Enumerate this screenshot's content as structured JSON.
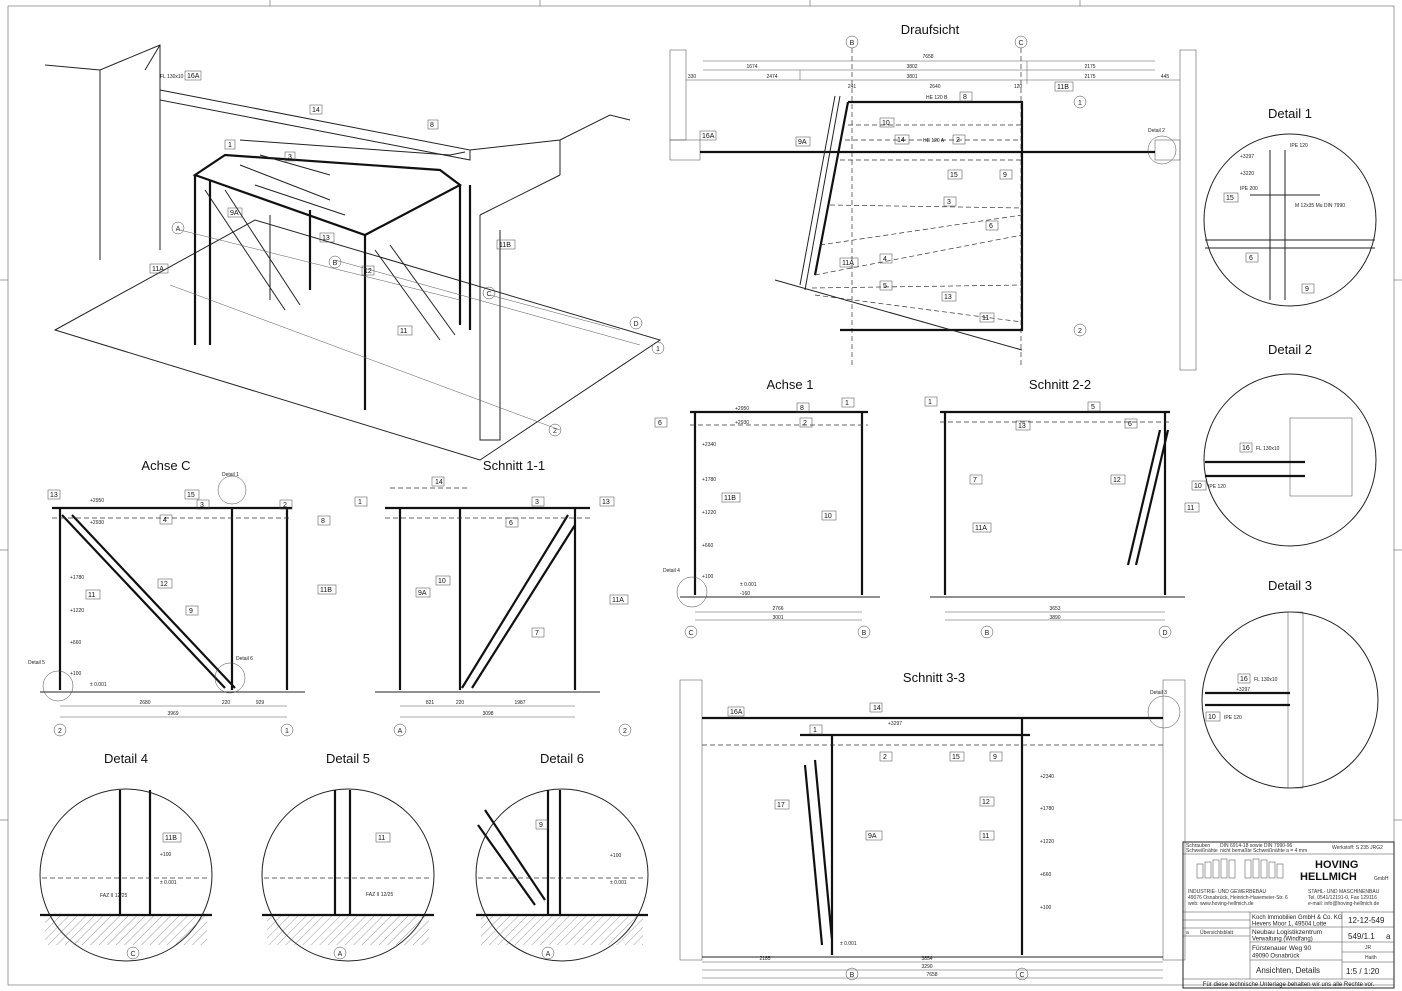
{
  "views": {
    "draufsicht": "Draufsicht",
    "detail1": "Detail 1",
    "detail2": "Detail 2",
    "detail3": "Detail 3",
    "achse1": "Achse 1",
    "schnitt22": "Schnitt 2-2",
    "achseC": "Achse C",
    "schnitt11": "Schnitt 1-1",
    "schnitt33": "Schnitt 3-3",
    "detail4": "Detail 4",
    "detail5": "Detail 5",
    "detail6": "Detail 6"
  },
  "axes": {
    "A": "A",
    "B": "B",
    "C": "C",
    "D": "D",
    "one": "1",
    "two": "2"
  },
  "dimensions": {
    "plan_total": "7658",
    "plan_a": "1674",
    "plan_b": "3802",
    "plan_c": "2175",
    "plan_d": "330",
    "plan_e": "2474",
    "plan_f": "3801",
    "plan_g": "2175",
    "plan_h": "445",
    "plan_i": "241",
    "plan_j": "2640",
    "plan_k": "120",
    "achse1_a": "2766",
    "achse1_b": "3001",
    "schnitt22_a": "3653",
    "schnitt22_b": "3890",
    "achseC_a": "2680",
    "achseC_b": "220",
    "achseC_c": "929",
    "achseC_total": "3969",
    "schnitt11_a": "821",
    "schnitt11_b": "220",
    "schnitt11_c": "1987",
    "schnitt11_total": "3098",
    "schnitt33_a": "2185",
    "schnitt33_b": "3854",
    "schnitt33_c": "3290",
    "schnitt33_total": "7658"
  },
  "levels": {
    "l2950": "+2950",
    "l2930": "+2930",
    "l2340": "+2340",
    "l1780": "+1780",
    "l1220": "+1220",
    "l660": "+660",
    "l100": "+100",
    "l0": "± 0.001",
    "l160": "-160",
    "l3297": "+3297",
    "l3220": "+3220"
  },
  "positions": {
    "p1": "1",
    "p2": "2",
    "p3": "3",
    "p4": "4",
    "p5": "5",
    "p6": "6",
    "p7": "7",
    "p8": "8",
    "p9": "9",
    "p9A": "9A",
    "p10": "10",
    "p11": "11",
    "p11A": "11A",
    "p11B": "11B",
    "p12": "12",
    "p13": "13",
    "p14": "14",
    "p15": "15",
    "p16": "16",
    "p16A": "16A",
    "p17": "17"
  },
  "profiles": {
    "heb": "HE 120 B",
    "hea": "HE 120 A",
    "ipe120": "IPE 120",
    "ipe200": "IPE 200",
    "fl": "FL 130x10",
    "m": "M 12x35 Mu DIN 7990",
    "faz": "FAZ II 12/25"
  },
  "detail_labels": {
    "detail1": "Detail 1",
    "detail2": "Detail 2",
    "detail4": "Detail 4",
    "detail5": "Detail 5",
    "detail6": "Detail 6",
    "detail3": "Detail 3"
  },
  "title_block": {
    "schrauben": "Schrauben",
    "schrauben_v": "DIN 6914-18 sowie DIN 7990-96",
    "schweiss": "Schweißnähte",
    "schweiss_v": "nicht bemaßte Schweißnähte  a = 4 mm",
    "werkstoff": "Werkstoff:  S 235 JRG2",
    "company1": "HOVING",
    "company2": "HELLMICH",
    "gmbh": "GmbH",
    "left1": "INDUSTRIE- UND GEWERBEBAU",
    "left2": "49076 Osnabrück, Heinrich-Hasemeier-Str. 6",
    "left3": "web: www.hoving-hellmich.de",
    "right1": "STAHL- UND MASCHINENBAU",
    "right2": "Tel. 0541/12191-0, Fax 129116",
    "right3": "e-mail: info@hoving-hellmich.de",
    "client1": "Koch Immobilien GmbH & Co. KG",
    "client2": "Hevers Moor 1, 49504 Lotte",
    "project1": "Neubau Logistikzentrum",
    "project2": "Verwaltung (Windfang)",
    "address1": "Fürstenauer Weg 90",
    "address2": "49090 Osnabrück",
    "content": "Ansichten, Details",
    "order_no": "12-12-549",
    "drawing_no": "549/1.1",
    "index": "a",
    "scale": "1:5 / 1:20",
    "drawn": "JR",
    "checked": "Haith",
    "footer": "Für diese technische Unterlage behalten wir uns alle Rechte vor.",
    "rev_a": "a",
    "rev_text": "Übersichtsblatt"
  }
}
